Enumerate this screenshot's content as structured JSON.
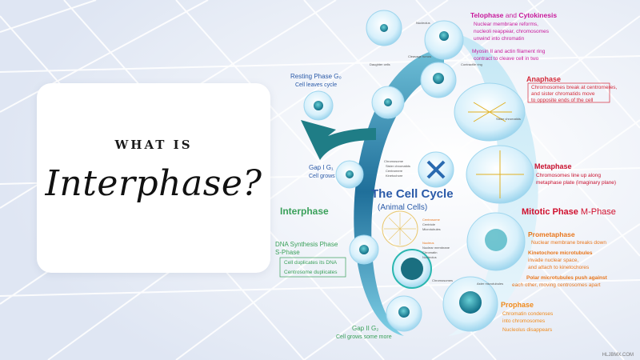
{
  "card": {
    "kicker": "WHAT IS",
    "title": "Interphase?"
  },
  "diagram": {
    "center_title": "The Cell Cycle",
    "center_subtitle": "(Animal Cells)",
    "interphase_label": "Interphase",
    "mitotic_label_1": "Mitotic Phase",
    "mitotic_label_2": "M-Phase",
    "resting": {
      "title": "Resting Phase G₀",
      "desc": "Cell leaves cycle"
    },
    "g1": {
      "title": "Gap I G₁",
      "desc": "Cell grows"
    },
    "s_phase": {
      "title": "DNA Synthesis Phase",
      "subtitle": "S-Phase",
      "line1": "Cell duplicates its DNA",
      "line2": "Centrosome duplicates"
    },
    "g2": {
      "title": "Gap II G₂",
      "desc": "Cell grows some more"
    },
    "telophase": {
      "title_a": "Telophase",
      "title_and": " and ",
      "title_b": "Cytokinesis",
      "line1": "Nuclear membrane reforms,",
      "line2": "nucleoli reappear, chromosomes",
      "line3": "unwind into chromatin",
      "line4": "Myosin II and actin filament ring",
      "line5": "contract to cleave cell in two"
    },
    "anaphase": {
      "title": "Anaphase",
      "line1": "Chromosomes break at centromeres,",
      "line2": "and sister chromatids move",
      "line3": "to opposite ends of the cell"
    },
    "metaphase": {
      "title": "Metaphase",
      "line1": "Chromosomes line up along",
      "line2": "metaphase plate (imaginary plane)"
    },
    "prometaphase": {
      "title": "Prometaphase",
      "line1": "Nuclear membrane breaks down",
      "line2": "Kinetochore microtubules",
      "line3": "invade nuclear space,",
      "line4": "and attach to kinetochores",
      "line5": "Polar microtubules push against",
      "line6": "each other, moving centrosomes apart"
    },
    "prophase": {
      "title": "Prophase",
      "line1": "Chromatin condenses",
      "line2": "into chromosomes",
      "line3": "Nucleolus disappears"
    },
    "small": {
      "nucleolus": "Nucleolus",
      "daughter": "Daughter cells",
      "cleavage": "Cleavage furrow",
      "contractile": "Contractile ring",
      "chromosome": "Chromosome",
      "sister": "Sister chromatids",
      "centromere": "Centromere",
      "kinetochore": "Kinetochore",
      "centrosome": "Centrosome",
      "centriole": "Centriole",
      "microtubules": "Microtubules",
      "nucleus": "Nucleus",
      "nuclear_membrane": "Nuclear membrane",
      "chromatin": "Chromatin",
      "chromosomes": "Chromosomes",
      "aster": "Aster microtubules",
      "spindle": "Sister chromatids"
    }
  },
  "colors": {
    "telophase": "#c8199b",
    "anaphase": "#d42a3a",
    "metaphase": "#c8102e",
    "mitotic": "#d0102e",
    "prometaphase": "#e8761c",
    "prophase": "#f08a1c",
    "interphase": "#3aa05a",
    "blue": "#2a5aa8",
    "teal": "#1f8c8f"
  },
  "watermark": "HLJBMX.COM"
}
